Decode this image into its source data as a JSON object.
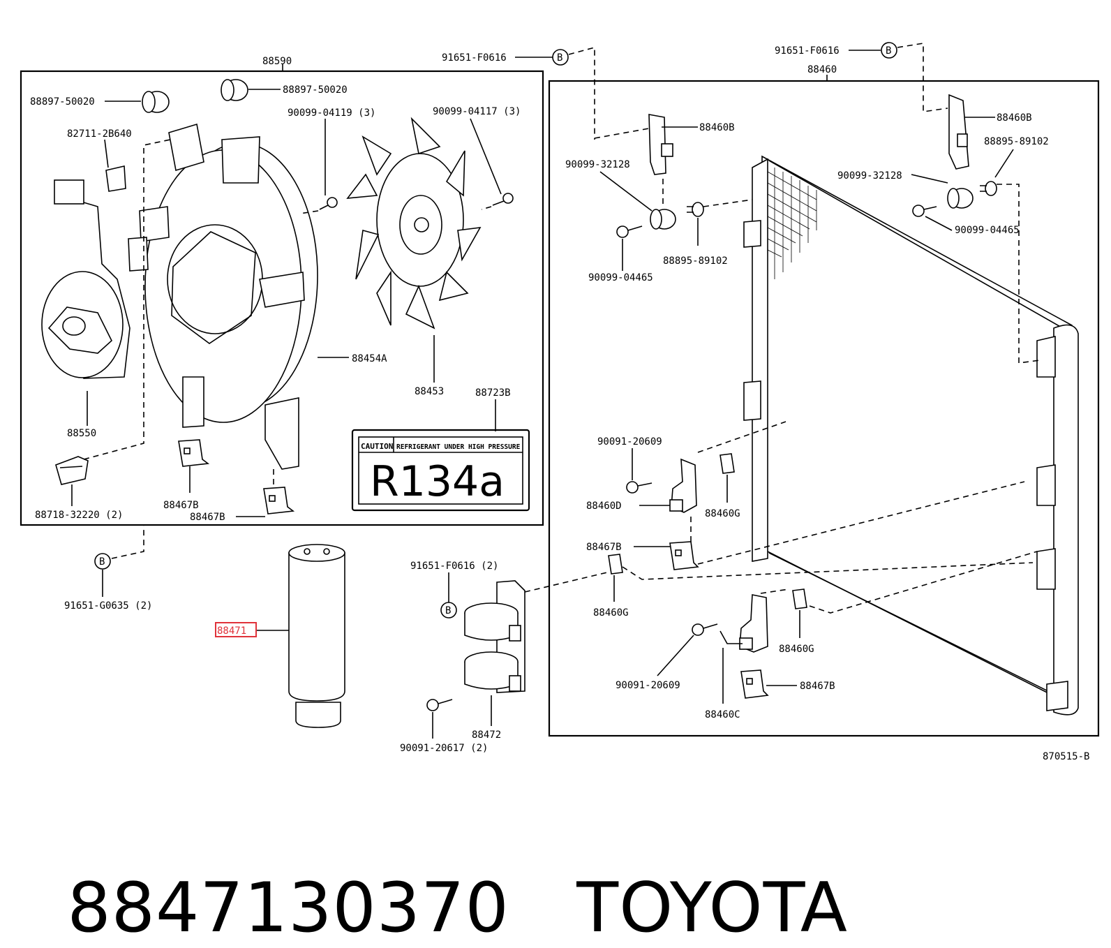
{
  "labels": {
    "l88590": "88590",
    "l88460": "88460",
    "l91651_top1": "91651-F0616",
    "l91651_top2": "91651-F0616",
    "l88897a": "88897-50020",
    "l88897b": "88897-50020",
    "l82711": "82711-2B640",
    "l90099_04119": "90099-04119 (3)",
    "l90099_04117": "90099-04117 (3)",
    "l88460b_1": "88460B",
    "l88460b_2": "88460B",
    "l88895_a": "88895-89102",
    "l88895_b": "88895-89102",
    "l90099_32128_a": "90099-32128",
    "l90099_32128_b": "90099-32128",
    "l90099_04465_a": "90099-04465",
    "l90099_04465_b": "90099-04465",
    "l88454a": "88454A",
    "l88453": "88453",
    "l88723b": "88723B",
    "l88550": "88550",
    "l88718": "88718-32220 (2)",
    "l88467b_1": "88467B",
    "l88467b_2": "88467B",
    "l88467b_3": "88467B",
    "l88467b_4": "88467B",
    "l91651_g0635": "91651-G0635 (2)",
    "l88471": "88471",
    "l91651_f0616_2": "91651-F0616 (2)",
    "l88472": "88472",
    "l90091_20617": "90091-20617 (2)",
    "l90091_20609_a": "90091-20609",
    "l90091_20609_b": "90091-20609",
    "l88460d": "88460D",
    "l88460g_1": "88460G",
    "l88460g_2": "88460G",
    "l88460g_3": "88460G",
    "l88460c": "88460C",
    "l870515": "870515-B",
    "b_marker": "B"
  },
  "caution_label": {
    "caution": "CAUTION",
    "warning": "REFRIGERANT UNDER HIGH PRESSURE",
    "refrigerant": "R134a"
  },
  "caption": {
    "part_number": "8847130370",
    "brand": "TOYOTA"
  },
  "colors": {
    "highlight": "#e0323a",
    "ink": "#000000"
  }
}
